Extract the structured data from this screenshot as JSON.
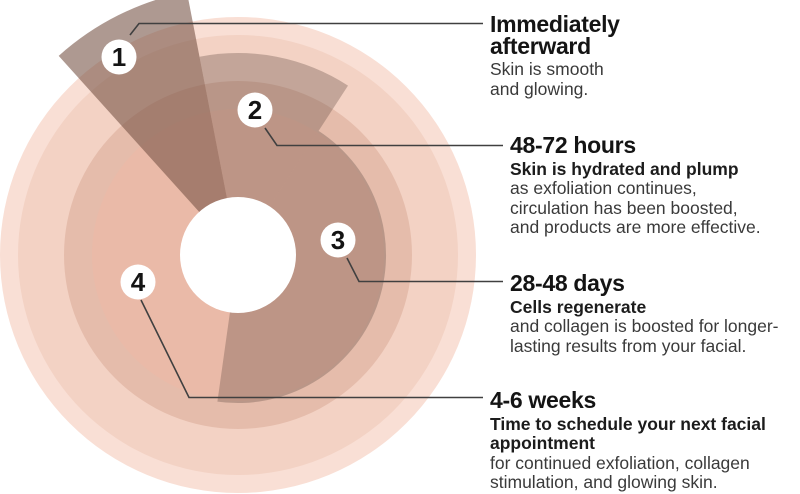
{
  "diagram": {
    "type": "radial-skin-timeline",
    "steps": [
      {
        "num": "1",
        "heading": [
          "Immediately",
          "afterward"
        ],
        "strong": [],
        "body": [
          "Skin is smooth",
          "and glowing."
        ]
      },
      {
        "num": "2",
        "heading": [
          "48-72 hours"
        ],
        "strong": [
          "Skin is hydrated and plump"
        ],
        "body": [
          "as exfoliation continues,",
          "circulation has been boosted,",
          "and products are more effective."
        ]
      },
      {
        "num": "3",
        "heading": [
          "28-48 days"
        ],
        "strong": [
          "Cells regenerate"
        ],
        "body": [
          "and collagen is boosted for longer-",
          "lasting results from your facial."
        ]
      },
      {
        "num": "4",
        "heading": [
          "4-6 weeks"
        ],
        "strong": [
          "Time to schedule your next facial",
          "appointment"
        ],
        "body": [
          "for continued exfoliation, collagen",
          "stimulation, and glowing skin."
        ]
      }
    ],
    "palette": {
      "ring_outer": "#f9dfd5",
      "ring_second": "#f3d2c4",
      "ring_band": "#e5bcab",
      "ring_inner": "#eabaa8",
      "wedge_overlay": "rgba(120,85,72,0.60)",
      "sector_overlay": "rgba(92,70,62,0.32)",
      "center_hole": "#ffffff",
      "connector_line": "#404040",
      "heading_text": "#141414",
      "body_text": "#3a3a3a"
    }
  }
}
